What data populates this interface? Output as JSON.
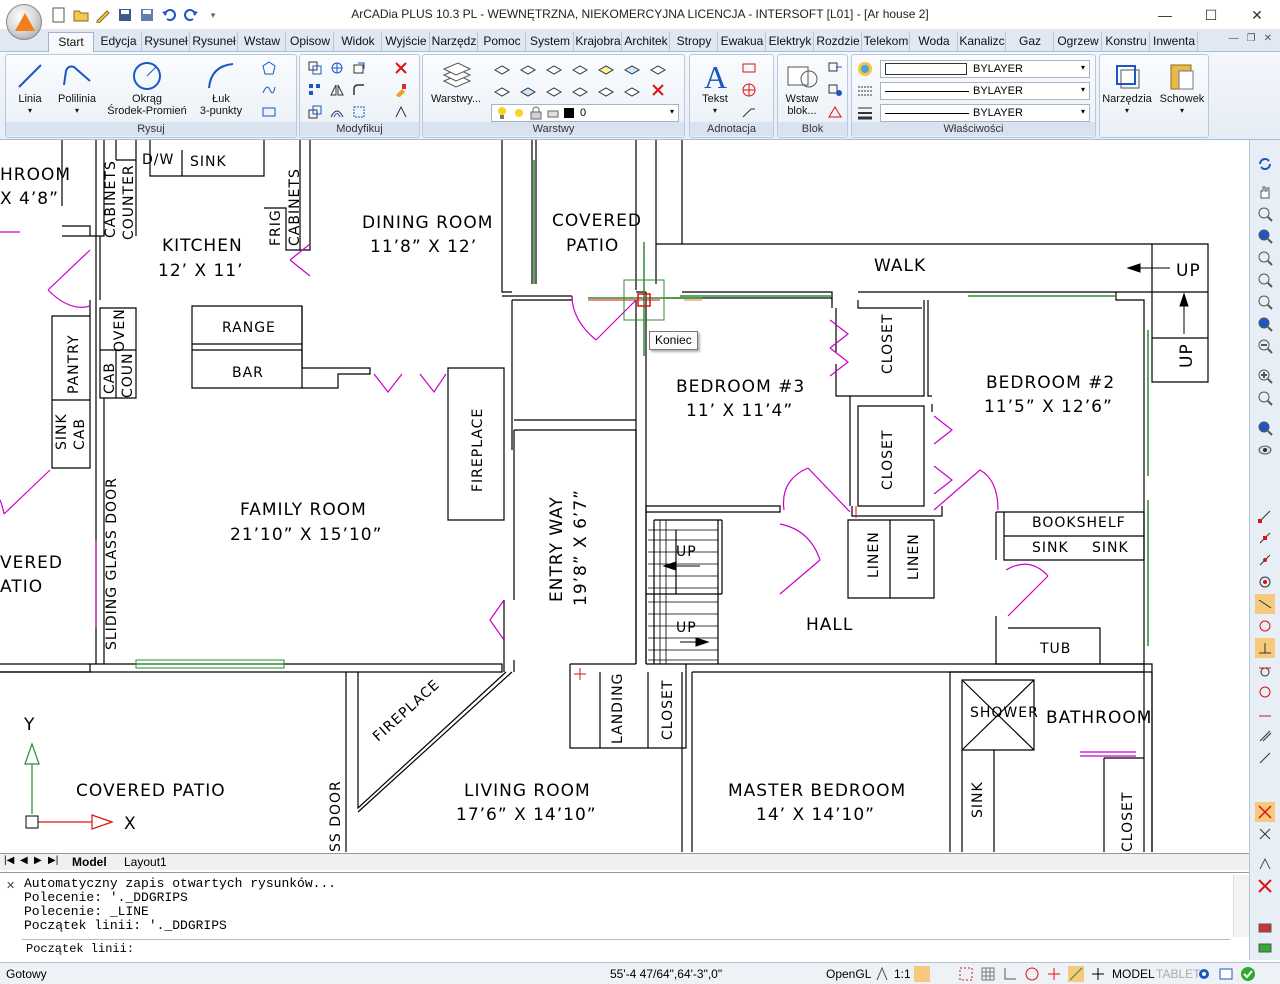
{
  "window": {
    "title": "ArCADia PLUS 10.3 PL - WEWNĘTRZNA, NIEKOMERCYJNA LICENCJA - INTERSOFT [L01] - [Ar house 2]",
    "minimize": "—",
    "maximize": "☐",
    "close": "✕"
  },
  "ribbon_tabs": [
    "Start",
    "Edycja",
    "Rysuneł",
    "Rysuneł",
    "Wstaw",
    "Opisow",
    "Widok",
    "Wyjście",
    "Narzędz",
    "Pomoc",
    "System",
    "Krajobra",
    "Architek",
    "Stropy",
    "Ewakua",
    "Elektryk",
    "Rozdzie",
    "Telekom",
    "Woda",
    "Kanalizc",
    "Gaz",
    "Ogrzew",
    "Konstru",
    "Inwenta"
  ],
  "ribbon": {
    "rysuj": {
      "label": "Rysuj",
      "linia": "Linia",
      "polilinia": "Polilinia",
      "okrag_1": "Okrąg",
      "okrag_2": "Środek-Promień",
      "luk_1": "Łuk",
      "luk_2": "3-punkty"
    },
    "modyfikuj": {
      "label": "Modyfikuj"
    },
    "warstwy": {
      "label": "Warstwy",
      "button": "Warstwy...",
      "layer_value": "0"
    },
    "adnotacja": {
      "label": "Adnotacja",
      "tekst": "Tekst"
    },
    "blok": {
      "label": "Blok",
      "wstaw_1": "Wstaw",
      "wstaw_2": "blok..."
    },
    "wlasciwosci": {
      "label": "Właściwości",
      "color": "BYLAYER",
      "linetype": "BYLAYER",
      "lineweight": "BYLAYER"
    },
    "narzedzia": "Narzędzia",
    "schowek": "Schowek"
  },
  "drawing": {
    "labels": {
      "bathroom_top": "HROOM",
      "bathroom_top_dim": "X 4’8”",
      "dw": "D/W",
      "sink_top": "SINK",
      "cabinets": "CABINETS",
      "counter": "COUNTER",
      "frig": "FRIG",
      "cabinets2": "CABINETS",
      "kitchen": "KITCHEN",
      "kitchen_dim": "12’ X 11’",
      "dining": "DINING ROOM",
      "dining_dim": "11’8” X 12’",
      "covered_patio": "COVERED",
      "covered_patio2": "PATIO",
      "walk": "WALK",
      "up1": "UP",
      "up2": "UP",
      "range": "RANGE",
      "bar": "BAR",
      "pantry": "PANTRY",
      "oven": "OVEN",
      "cab": "CAB",
      "coun": "COUN",
      "sink_cab_1": "SINK",
      "sink_cab_2": "CAB",
      "fireplace": "FIREPLACE",
      "bedroom3": "BEDROOM #3",
      "bedroom3_dim": "11’ X 11’4”",
      "closet1": "CLOSET",
      "closet2": "CLOSET",
      "bedroom2": "BEDROOM #2",
      "bedroom2_dim": "11’5” X 12’6”",
      "family": "FAMILY ROOM",
      "family_dim": "21’10” X 15’10”",
      "entry": "ENTRY WAY",
      "entry_dim": "19’8” X 6’7”",
      "covered_left1": "VERED",
      "covered_left2": "ATIO",
      "sliding": "SLIDING GLASS DOOR",
      "up3": "UP",
      "up4": "UP",
      "linen1": "LINEN",
      "linen2": "LINEN",
      "bookshelf": "BOOKSHELF",
      "sink_a": "SINK",
      "sink_b": "SINK",
      "hall": "HALL",
      "tub": "TUB",
      "fireplace2": "FIREPLACE",
      "landing": "LANDING",
      "closet3": "CLOSET",
      "shower": "SHOWER",
      "bathroom": "BATHROOM",
      "living": "LIVING ROOM",
      "living_dim": "17’6” X 14’10”",
      "master": "MASTER BEDROOM",
      "master_dim": "14’ X 14’10”",
      "sink_bath": "SINK",
      "closet4": "CLOSET",
      "covered_patio_bottom": "COVERED PATIO",
      "glass_door": "SS DOOR",
      "axis_y": "Y",
      "axis_x": "X"
    },
    "tooltip": "Koniec"
  },
  "layout_tabs": {
    "model": "Model",
    "layout1": "Layout1"
  },
  "command": {
    "history": [
      "Automatyczny zapis otwartych rysunków...",
      "Polecenie: '._DDGRIPS",
      "Polecenie: _LINE",
      "Początek linii: '._DDGRIPS"
    ],
    "prompt": "Początek linii:"
  },
  "status": {
    "text": "Gotowy",
    "coords": "55'-4 47/64\",64'-3\",0\"",
    "opengl": "OpenGL",
    "scale": "1:1",
    "model": "MODEL",
    "tablet": "TABLET"
  },
  "colors": {
    "wall": "#000000",
    "door": "#cc00cc",
    "window": "#2e8b2e",
    "accent": "#f07f1c",
    "ribbon": "#e6edf6"
  }
}
